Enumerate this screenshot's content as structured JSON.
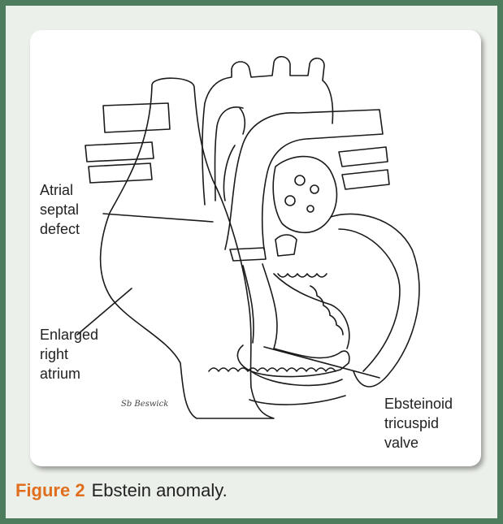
{
  "labels": {
    "asd": "Atrial\nseptal\ndefect",
    "ra": "Enlarged\nright\natrium",
    "valve": "Ebsteinoid\ntricuspid\nvalve"
  },
  "signature": "Sb Beswick",
  "caption": {
    "figure": "Figure 2",
    "text": "Ebstein anomaly."
  },
  "colors": {
    "outer_border": "#4e7d5e",
    "background": "#ecf0ea",
    "figure_label": "#e06e1e"
  }
}
